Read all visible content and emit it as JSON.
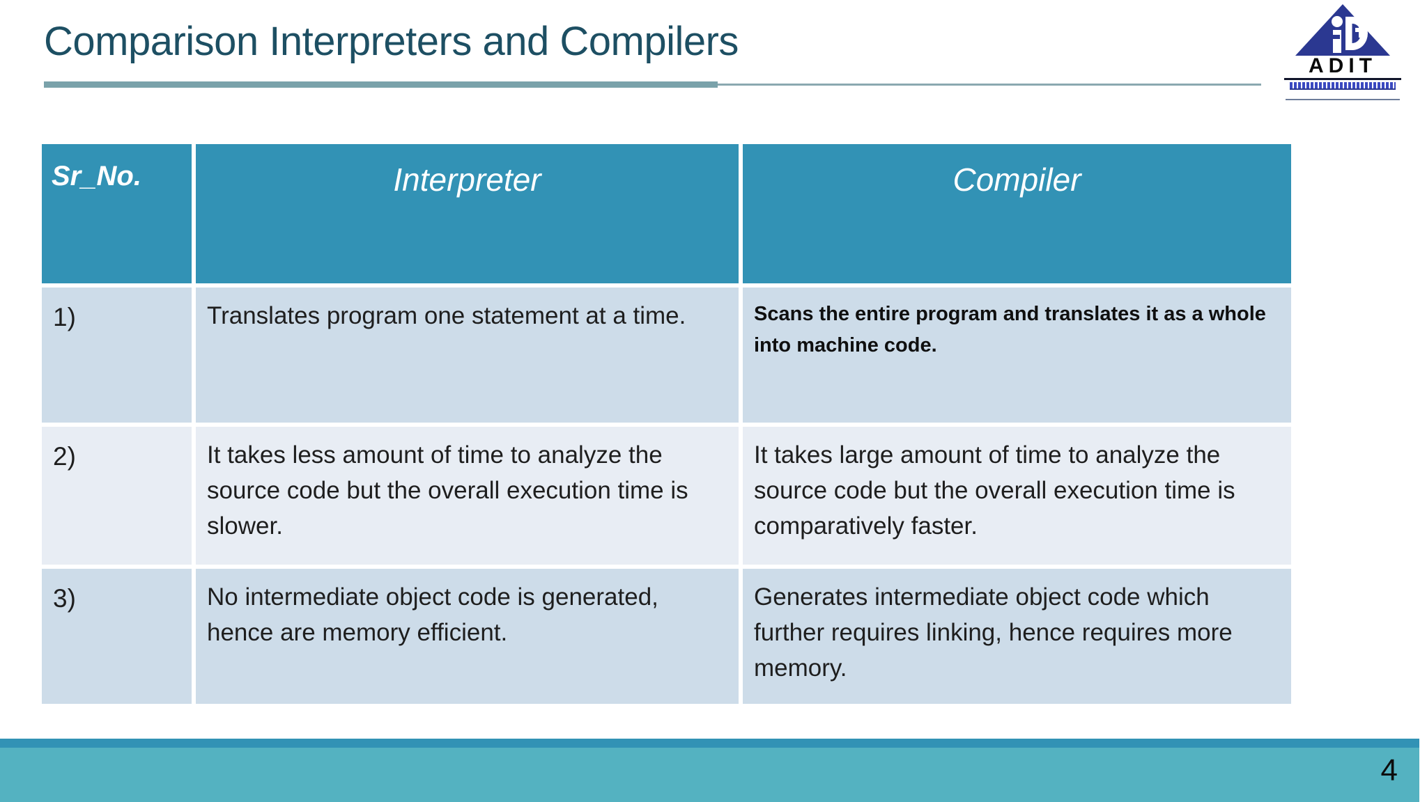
{
  "slide": {
    "title": "Comparison Interpreters and Compilers"
  },
  "logo": {
    "acronym": "ADIT"
  },
  "table": {
    "headers": {
      "sr_no": "Sr_No.",
      "interpreter": "Interpreter",
      "compiler": "Compiler"
    },
    "rows": [
      {
        "sr": "1)",
        "interpreter": "Translates program one statement at a time.",
        "compiler": "Scans the entire program and translates it as a whole into machine code."
      },
      {
        "sr": "2)",
        "interpreter": "It takes less amount of time to analyze the source code but the overall execution time is slower.",
        "compiler": "It takes large amount of time to analyze the source code but the overall execution time is comparatively faster."
      },
      {
        "sr": "3)",
        "interpreter": "No intermediate object code is generated, hence are memory efficient.",
        "compiler": "Generates intermediate object code which further requires linking, hence requires more memory."
      }
    ]
  },
  "footer": {
    "page_number": "4"
  },
  "colors": {
    "header_teal": "#3292b5",
    "row_light_blue": "#cddce9",
    "row_pale_blue": "#e8edf4",
    "footer_band_teal": "#54b2c1",
    "footer_line_teal": "#3292b5",
    "title_text": "#1d4f63",
    "title_underline": "#7aa2aa",
    "logo_navy": "#2b3891",
    "body_text": "#1e1e1e"
  }
}
